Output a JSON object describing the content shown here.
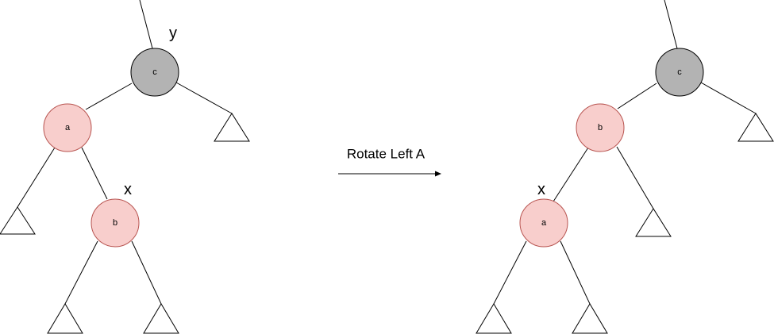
{
  "colors": {
    "red_node_fill": "#f8cecc",
    "red_node_stroke": "#b85450",
    "black_node_fill": "#b3b3b3",
    "black_node_stroke": "#000000"
  },
  "operation": {
    "label": "Rotate Left A"
  },
  "before": {
    "nodes": {
      "c": {
        "label": "c",
        "color": "black",
        "var": "y"
      },
      "a": {
        "label": "a",
        "color": "red",
        "var": ""
      },
      "b": {
        "label": "b",
        "color": "red",
        "var": "x"
      }
    }
  },
  "after": {
    "nodes": {
      "c": {
        "label": "c",
        "color": "black",
        "var": ""
      },
      "b": {
        "label": "b",
        "color": "red",
        "var": ""
      },
      "a": {
        "label": "a",
        "color": "red",
        "var": "x"
      }
    }
  }
}
